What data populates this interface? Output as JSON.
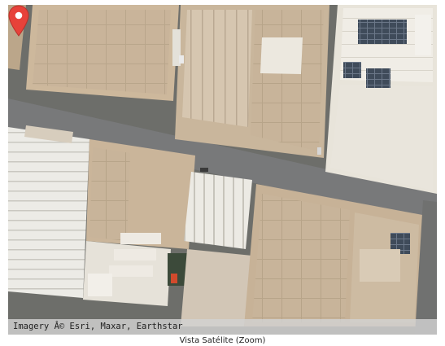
{
  "map": {
    "view": "satellite",
    "attribution": "Imagery Â© Esri, Maxar, Earthstar",
    "marker_icon": "map-pin-icon",
    "marker_color": "#e7423a"
  },
  "caption": "Vista Satélite (Zoom)"
}
